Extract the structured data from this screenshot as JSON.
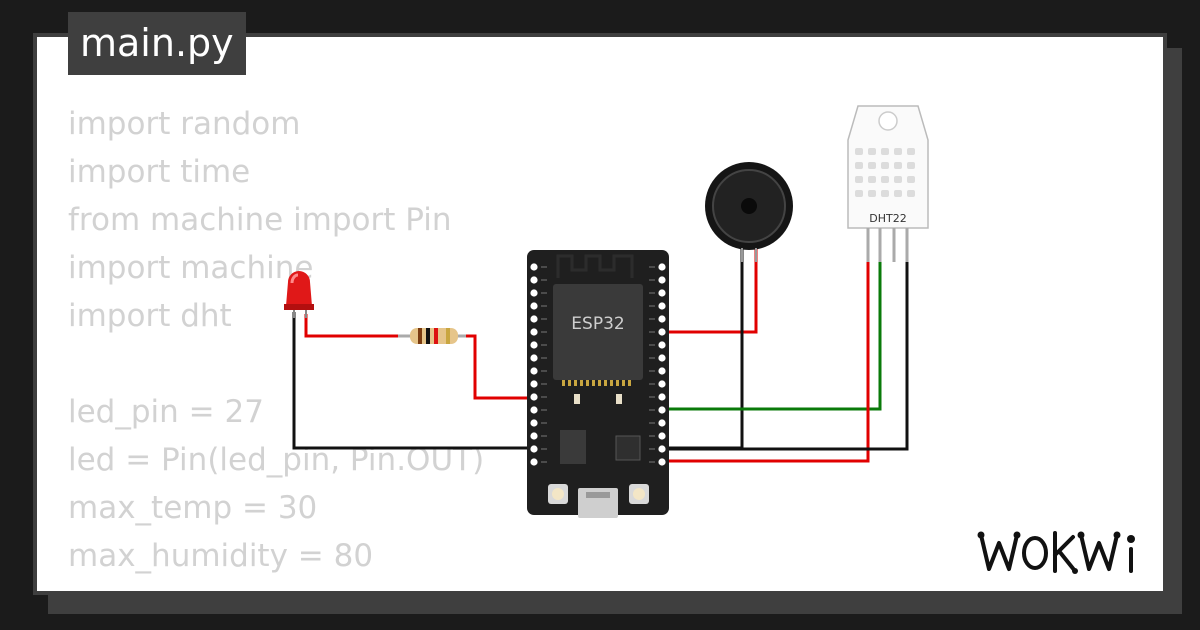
{
  "file_tab": {
    "label": "main.py"
  },
  "code": {
    "lines": [
      "import random",
      "import time",
      "from machine import Pin",
      "import machine",
      "import dht",
      "",
      "led_pin = 27",
      "led = Pin(led_pin, Pin.OUT)",
      "max_temp = 30",
      "max_humidity = 80"
    ]
  },
  "board": {
    "label": "ESP32"
  },
  "sensor": {
    "label": "DHT22"
  },
  "brand": {
    "logo": "WOKWi"
  },
  "colors": {
    "background": "#1b1b1b",
    "frame": "#3f3f3f",
    "card": "#ffffff",
    "code_text": "#d2d2d2",
    "wire_red": "#e10000",
    "wire_green": "#0a7a0a",
    "wire_black": "#111111"
  }
}
